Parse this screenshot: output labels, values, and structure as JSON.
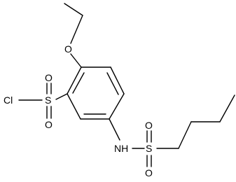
{
  "molecule": {
    "atoms": {
      "chlorine": "Cl",
      "sulfonyl_chloride_sulfur": "S",
      "sulfonyl_chloride_oxygen_top": "O",
      "sulfonyl_chloride_oxygen_bottom": "O",
      "ethoxy_oxygen": "O",
      "amine_nitrogen": "NH",
      "sulfonamide_sulfur": "S",
      "sulfonamide_oxygen_top": "O",
      "sulfonamide_oxygen_bottom": "O"
    }
  }
}
